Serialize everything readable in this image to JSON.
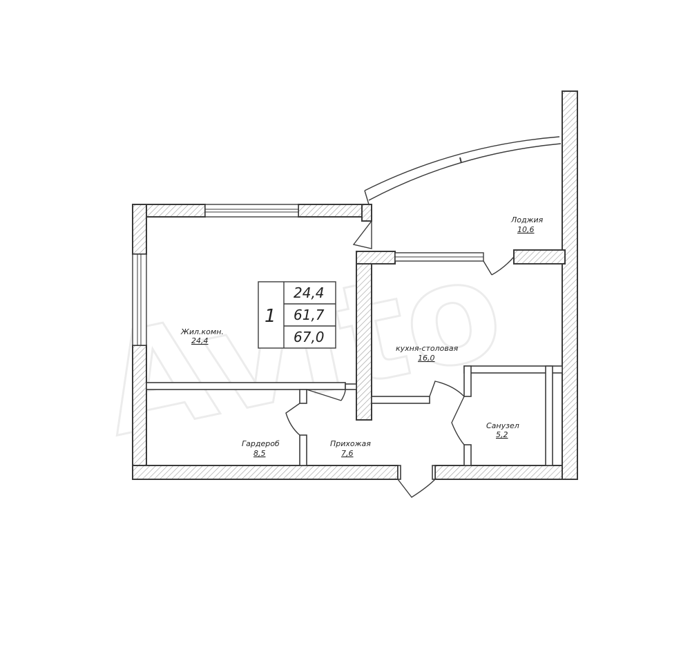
{
  "summary": {
    "rooms_count": "1",
    "living_area": "24,4",
    "total_area_a": "61,7",
    "total_area_b": "67,0"
  },
  "rooms": {
    "living": {
      "name": "Жил.комн.",
      "area": "24,4"
    },
    "loggia": {
      "name": "Лоджия",
      "area": "10,6"
    },
    "kitchen": {
      "name": "кухня-столовая",
      "area": "16,0"
    },
    "wardrobe": {
      "name": "Гардероб",
      "area": "8,5"
    },
    "hallway": {
      "name": "Прихожая",
      "area": "7,6"
    },
    "bathroom": {
      "name": "Санузел",
      "area": "5,2"
    }
  },
  "watermark": {
    "text": "Avito"
  },
  "colors": {
    "wall_stroke": "#3a3a3a",
    "hatch": "#9a9a9a",
    "background": "#ffffff"
  }
}
